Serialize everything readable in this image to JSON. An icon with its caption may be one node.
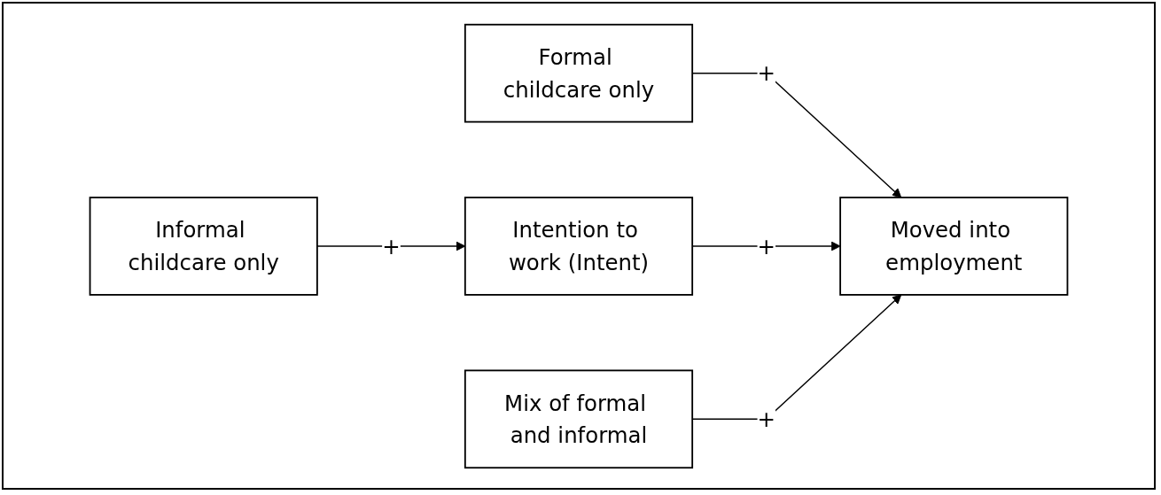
{
  "diagram": {
    "nodes": [
      {
        "text": [
          "Formal childcare only"
        ]
      },
      {
        "text": [
          "Informal childcare only"
        ]
      },
      {
        "text": [
          "Mix of formal and informal"
        ]
      },
      {
        "text": [
          "Intention to work (Intent)"
        ]
      },
      {
        "text": [
          "Moved into employment"
        ]
      }
    ],
    "edges": [
      {
        "from": 0,
        "to": 4,
        "arrow": "to",
        "label": "+"
      },
      {
        "from": 1,
        "to": 3,
        "arrow": "to",
        "label": "+"
      },
      {
        "from": 3,
        "to": 4,
        "arrow": "to",
        "label": "+"
      },
      {
        "from": 2,
        "to": 4,
        "arrow": "to",
        "label": "+"
      }
    ]
  }
}
